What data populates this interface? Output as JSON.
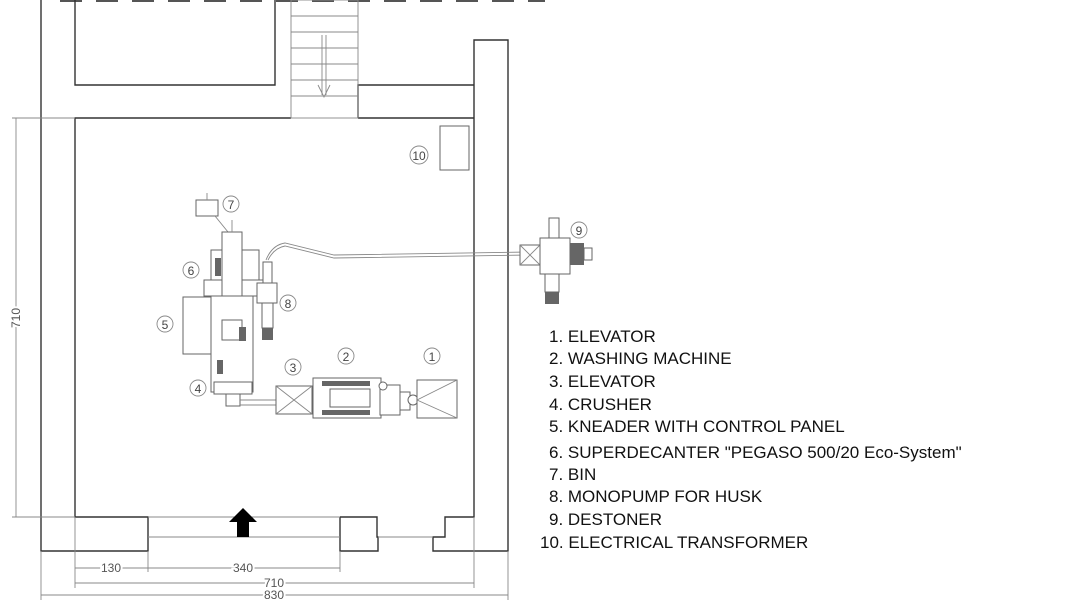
{
  "title": "Oil mill floor plan layout",
  "dimensions": {
    "d130": "130",
    "d340": "340",
    "d710_h": "710",
    "d830": "830",
    "d710_v": "710"
  },
  "markers": [
    "1",
    "2",
    "3",
    "4",
    "5",
    "6",
    "7",
    "8",
    "9",
    "10"
  ],
  "legend": [
    "1.  ELEVATOR",
    "2.  WASHING MACHINE",
    "3.  ELEVATOR",
    "4.  CRUSHER",
    "5.  KNEADER WITH CONTROL PANEL",
    "6.  SUPERDECANTER \"PEGASO 500/20 Eco-System\"",
    "7.  BIN",
    "8.  MONOPUMP FOR HUSK",
    "9.  DESTONER",
    "10. ELECTRICAL TRANSFORMER"
  ],
  "icons": {
    "entrance": "arrow-up-icon",
    "stairs": "stairs-down-arrow-icon"
  }
}
